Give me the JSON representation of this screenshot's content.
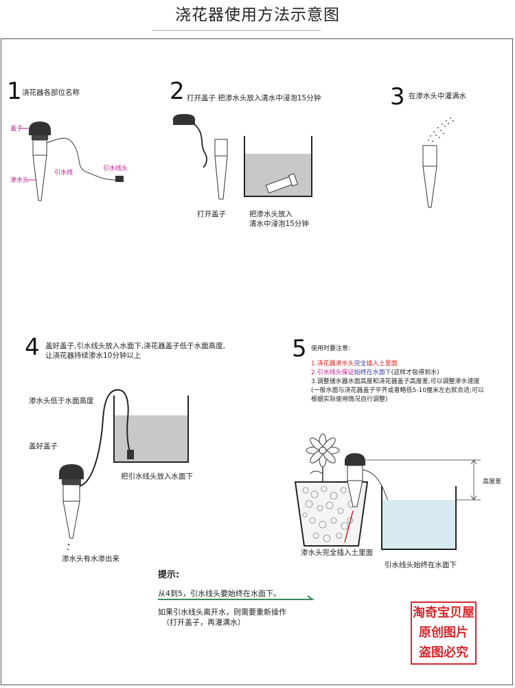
{
  "page_title": "浇花器使用方法示意图",
  "step1": {
    "number": "1",
    "title": "浇花器各部位名称",
    "label_cap": "盖子",
    "label_head": "渗水头",
    "label_line": "引水线",
    "label_line_head": "引水线头"
  },
  "step2": {
    "number": "2",
    "title": "打开盖子  把渗水头放入清水中浸泡15分钟",
    "caption_left": "打开盖子",
    "caption_right_1": "把渗水头放入",
    "caption_right_2": "清水中浸泡15分钟"
  },
  "step3": {
    "number": "3",
    "title": "在渗水头中灌满水"
  },
  "step4": {
    "number": "4",
    "title_1": "盖好盖子,引水线头放入水面下,浇花器盖子低于水面高度,",
    "title_2": "让浇花器持续渗水10分钟以上",
    "label_below_water": "渗水头低于水面高度",
    "label_cap_on": "盖好盖子",
    "label_put_under": "把引水线头放入水面下",
    "label_seep": "渗水头有水渗出来"
  },
  "step5": {
    "number": "5",
    "title": "使用时要注意:",
    "note1_a": "1.浇花器渗水头",
    "note1_b": "完全",
    "note1_c": "插入土里面",
    "note2_a": "2.引水线头保证",
    "note2_b": "始终在水面下",
    "note2_c": "(这样才吸得到水)",
    "note3": "3.调整储水器水面高度和浇花器盖子高度差,可以调整渗水速度",
    "note4": "(一般水面与浇花器盖子平齐或者略低5-10厘米左右就合适;可以",
    "note5": "根据实际使用情况自行调整)",
    "label_height": "高度差",
    "label_insert": "渗水头完全插入土里面",
    "label_always": "引水线头始终在水面下"
  },
  "tips": {
    "heading": "提示:",
    "line1": "从4到5，引水线头要始终在水面下。",
    "line2": "如果引水线头离开水，则需要重新操作",
    "line3": "（打开盖子，再灌满水）"
  },
  "stamp": {
    "line1": "淘奇宝贝屋",
    "line2": "原创图片",
    "line3": "盗图必究"
  },
  "colors": {
    "water": "#c8c8c8",
    "water_blue": "#d6eaf0",
    "label_pink": "#c2188b",
    "note_red": "#d42020",
    "accent_green": "#3a8a5c",
    "stamp_red": "#d4262b"
  }
}
